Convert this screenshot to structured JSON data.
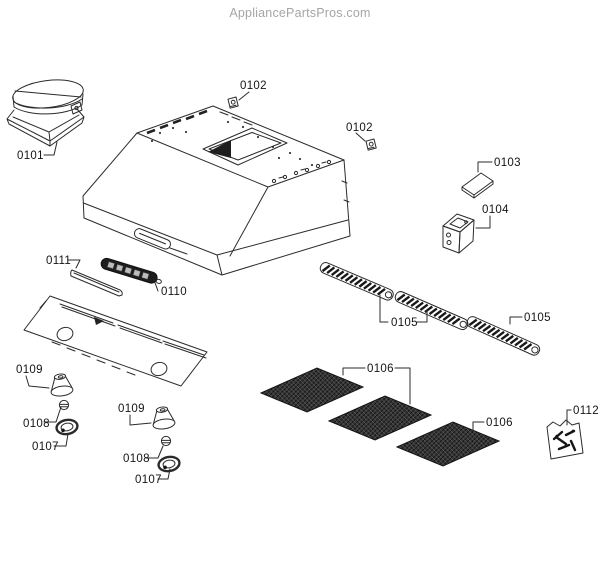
{
  "watermark": "AppliancePartsPros.com",
  "diagram": {
    "type": "exploded-parts-diagram",
    "callouts": [
      {
        "label": "0101",
        "part": "vent-damper"
      },
      {
        "label": "0102",
        "part": "mounting-clip"
      },
      {
        "label": "0102",
        "part": "mounting-clip"
      },
      {
        "label": "0103",
        "part": "rating-plate"
      },
      {
        "label": "0104",
        "part": "switch-box"
      },
      {
        "label": "0111",
        "part": "trim-strip"
      },
      {
        "label": "0110",
        "part": "switch-panel"
      },
      {
        "label": "0105",
        "part": "lamp-strip"
      },
      {
        "label": "0105",
        "part": "lamp-strip"
      },
      {
        "label": "0109",
        "part": "knob"
      },
      {
        "label": "0108",
        "part": "fastener-nut"
      },
      {
        "label": "0107",
        "part": "trim-ring"
      },
      {
        "label": "0109",
        "part": "knob"
      },
      {
        "label": "0108",
        "part": "fastener-nut"
      },
      {
        "label": "0107",
        "part": "trim-ring"
      },
      {
        "label": "0106",
        "part": "grease-filter"
      },
      {
        "label": "0106",
        "part": "grease-filter"
      },
      {
        "label": "0112",
        "part": "hardware-kit"
      }
    ]
  },
  "colors": {
    "line": "#2b2b2b",
    "label": "#141414",
    "watermark": "#a5a5a9",
    "background": "#ffffff"
  }
}
